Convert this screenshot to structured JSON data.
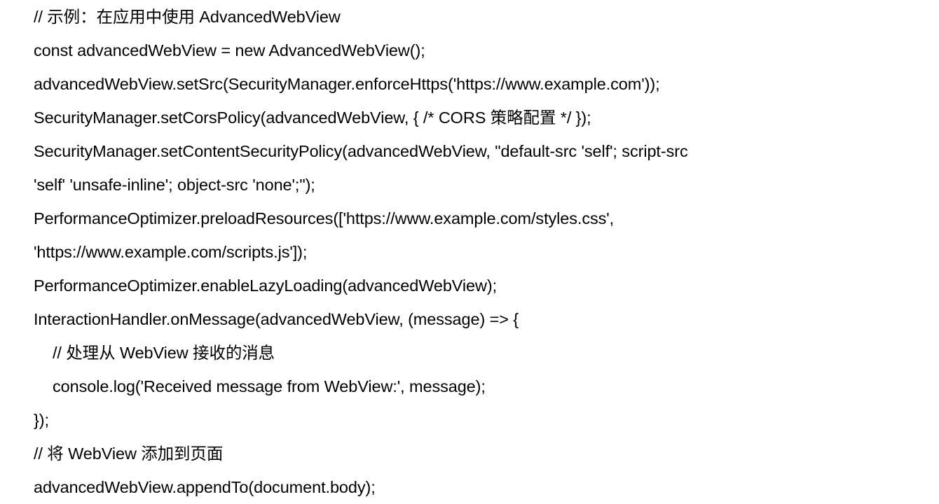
{
  "document": {
    "kind": "code-snippet",
    "language": "javascript",
    "background_color": "#ffffff",
    "text_color": "#000000",
    "lines": [
      {
        "indent": 0,
        "text": "// 示例：在应用中使用 AdvancedWebView"
      },
      {
        "indent": 0,
        "text": "const advancedWebView = new AdvancedWebView();"
      },
      {
        "indent": 0,
        "text": "advancedWebView.setSrc(SecurityManager.enforceHttps('https://www.example.com'));"
      },
      {
        "indent": 0,
        "text": "SecurityManager.setCorsPolicy(advancedWebView, { /* CORS 策略配置 */ });"
      },
      {
        "indent": 0,
        "text": "SecurityManager.setContentSecurityPolicy(advancedWebView, \"default-src 'self'; script-src"
      },
      {
        "indent": 0,
        "text": "'self' 'unsafe-inline'; object-src 'none';\");"
      },
      {
        "indent": 0,
        "text": "PerformanceOptimizer.preloadResources(['https://www.example.com/styles.css',"
      },
      {
        "indent": 0,
        "text": "'https://www.example.com/scripts.js']);"
      },
      {
        "indent": 0,
        "text": "PerformanceOptimizer.enableLazyLoading(advancedWebView);"
      },
      {
        "indent": 0,
        "text": "InteractionHandler.onMessage(advancedWebView, (message) => {"
      },
      {
        "indent": 1,
        "text": "// 处理从 WebView 接收的消息"
      },
      {
        "indent": 1,
        "text": "console.log('Received message from WebView:', message);"
      },
      {
        "indent": 0,
        "text": "});"
      },
      {
        "indent": 0,
        "text": "// 将 WebView 添加到页面"
      },
      {
        "indent": 0,
        "text": "advancedWebView.appendTo(document.body);"
      }
    ]
  }
}
